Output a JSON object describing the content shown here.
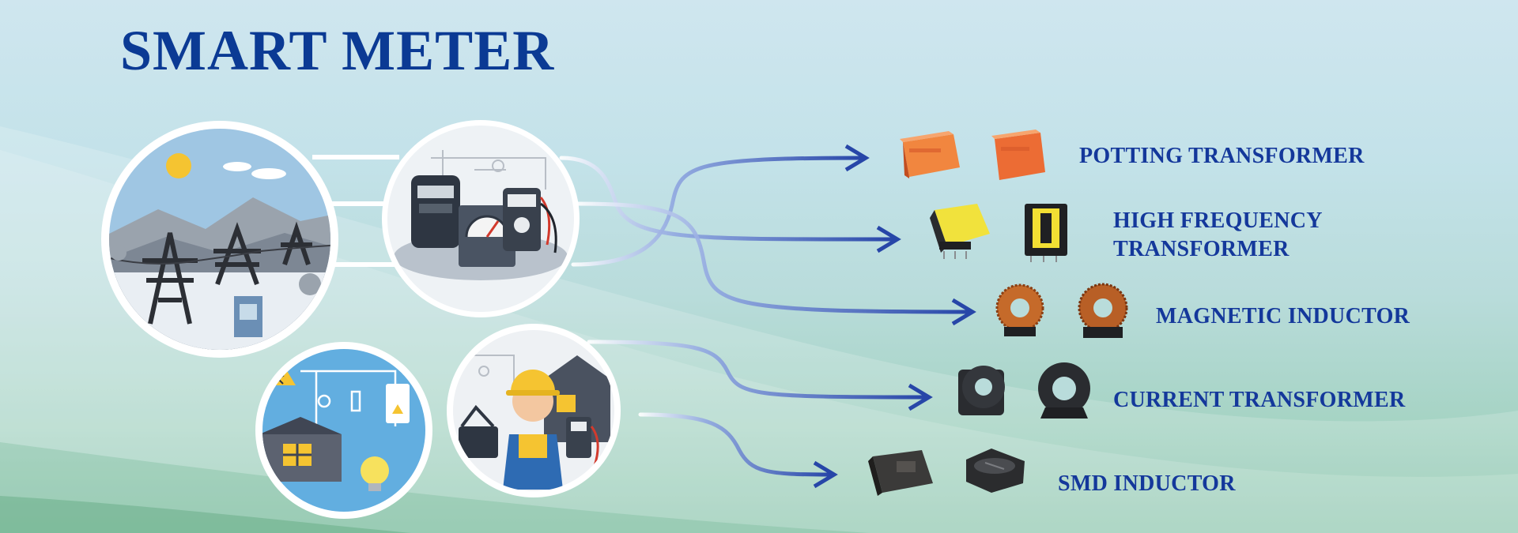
{
  "title": "SMART METER",
  "products": [
    {
      "label": "POTTING TRANSFORMER",
      "icon": "potting-transformer-icon"
    },
    {
      "label": "HIGH FREQUENCY TRANSFORMER",
      "line1": "HIGH FREQUENCY",
      "line2": "TRANSFORMER",
      "icon": "high-frequency-transformer-icon"
    },
    {
      "label": "MAGNETIC INDUCTOR",
      "icon": "magnetic-inductor-icon"
    },
    {
      "label": "CURRENT TRANSFORMER",
      "icon": "current-transformer-icon"
    },
    {
      "label": "SMD INDUCTOR",
      "icon": "smd-inductor-icon"
    }
  ],
  "illustrations": [
    "power-grid-icon",
    "meter-instruments-icon",
    "home-circuit-icon",
    "electrician-icon"
  ],
  "colors": {
    "title": "#0b3a94",
    "labels": "#14389b",
    "arrows": "#2746a8",
    "transformer_orange": "#ea6a33",
    "ferrite_yellow": "#f4e23a"
  }
}
